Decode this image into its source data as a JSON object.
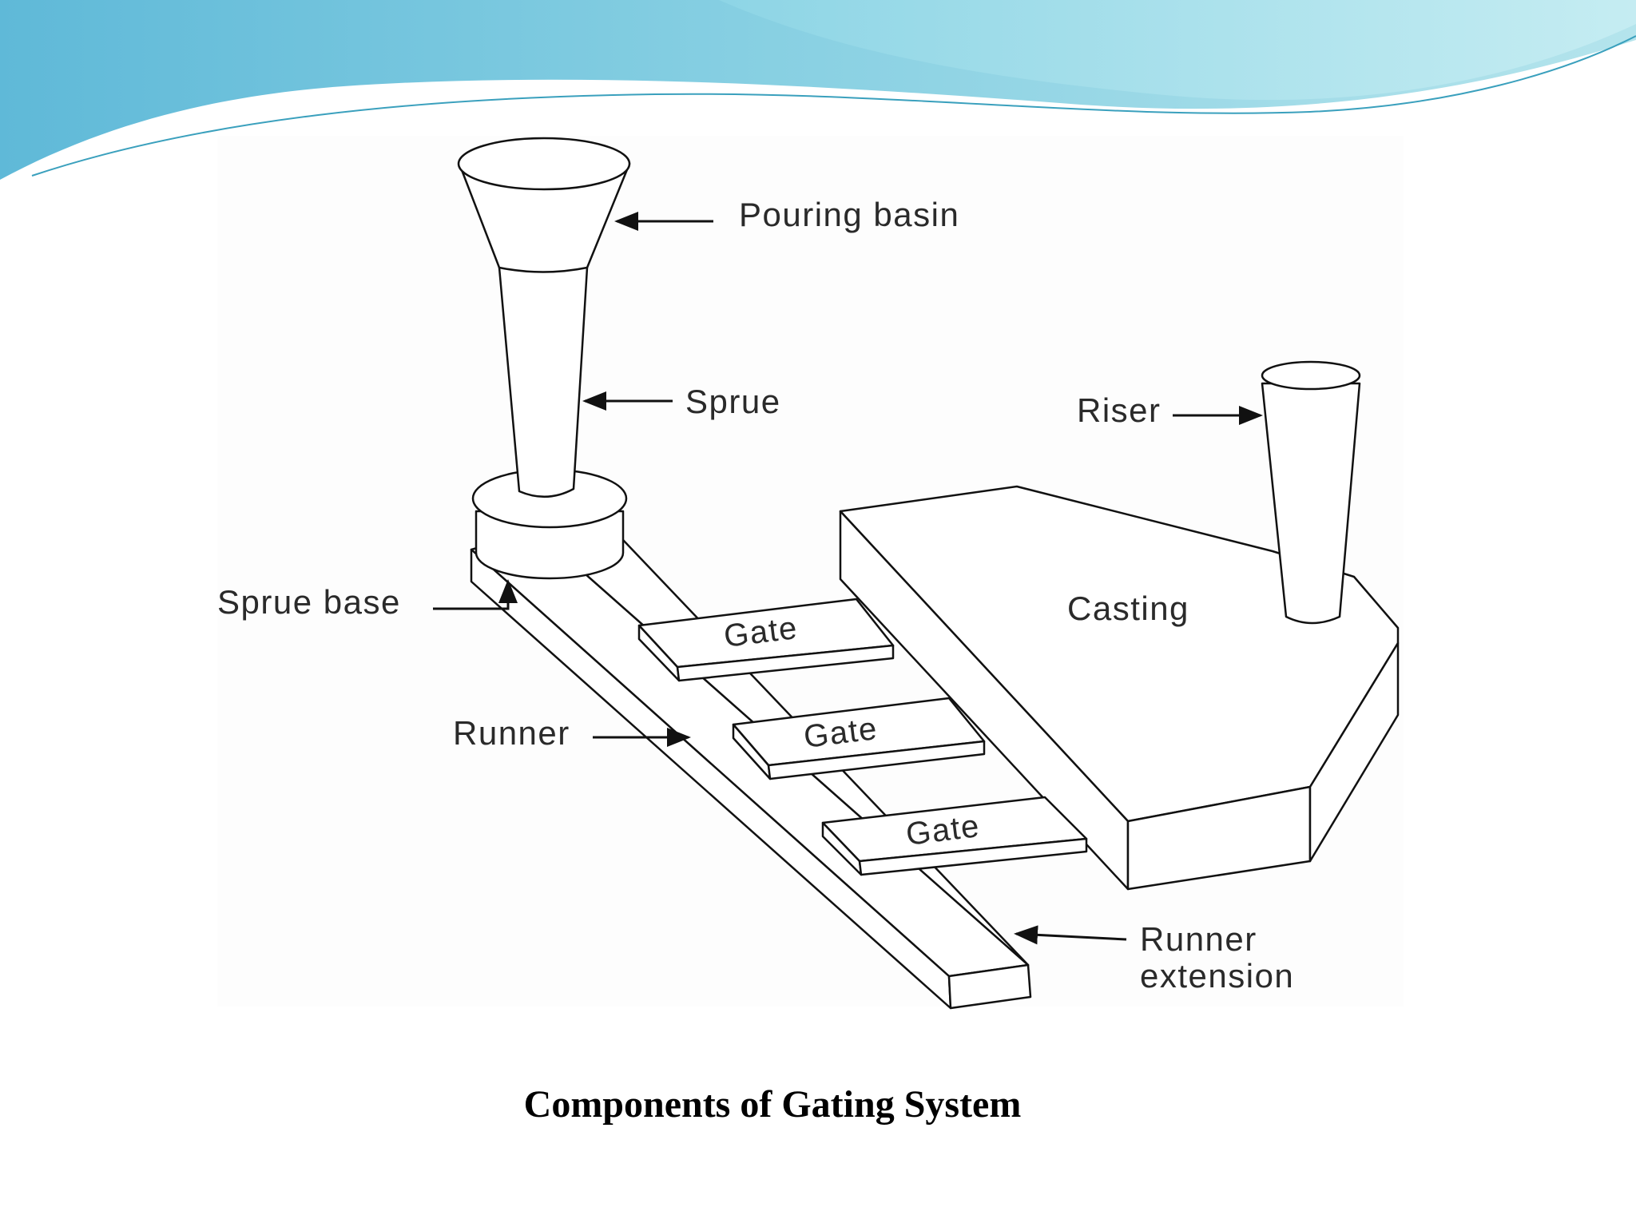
{
  "slide": {
    "caption": "Components of Gating System",
    "header_colors": [
      "#6ec3dc",
      "#a8e0ea",
      "#ffffff"
    ]
  },
  "diagram": {
    "labels": {
      "pouring_basin": "Pouring basin",
      "sprue": "Sprue",
      "sprue_base": "Sprue base",
      "runner": "Runner",
      "gate_1": "Gate",
      "gate_2": "Gate",
      "gate_3": "Gate",
      "riser": "Riser",
      "casting": "Casting",
      "runner_extension_line1": "Runner",
      "runner_extension_line2": "extension"
    }
  }
}
